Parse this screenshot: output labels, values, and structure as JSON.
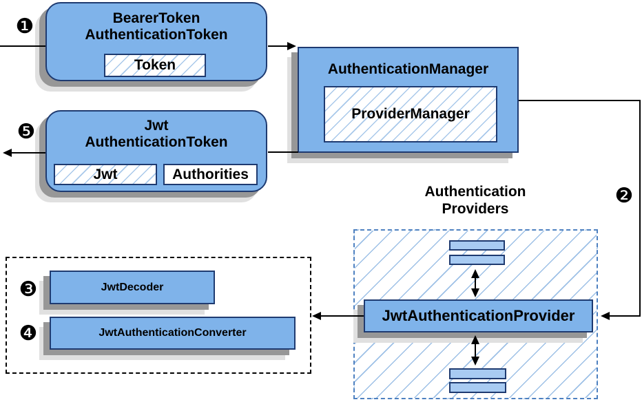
{
  "diagram": {
    "badges": {
      "one": "❶",
      "two": "❷",
      "three": "❸",
      "four": "❹",
      "five": "❺"
    },
    "bearer_box": {
      "title_line1": "BearerToken",
      "title_line2": "AuthenticationToken",
      "token_label": "Token"
    },
    "manager_box": {
      "title": "AuthenticationManager",
      "provider_manager_label": "ProviderManager"
    },
    "jwt_box": {
      "title_line1": "Jwt",
      "title_line2": "AuthenticationToken",
      "jwt_label": "Jwt",
      "authorities_label": "Authorities"
    },
    "providers_group": {
      "label_line1": "Authentication",
      "label_line2": "Providers",
      "provider_label": "JwtAuthenticationProvider"
    },
    "decoder_group": {
      "decoder_label": "JwtDecoder",
      "converter_label": "JwtAuthenticationConverter"
    },
    "colors": {
      "box_fill": "#7fb3ea",
      "bar_fill": "#a8cbf2",
      "border_navy": "#1e3a70",
      "hatch_blue": "#a8c8ea",
      "container_hatch_blue": "#9dc0e6",
      "dashed_blue_border": "#4d80c0",
      "dashed_black_border": "#000000",
      "shadow_dark": "#979797",
      "shadow_light": "#e0e0e0",
      "arrow": "#000000"
    }
  }
}
